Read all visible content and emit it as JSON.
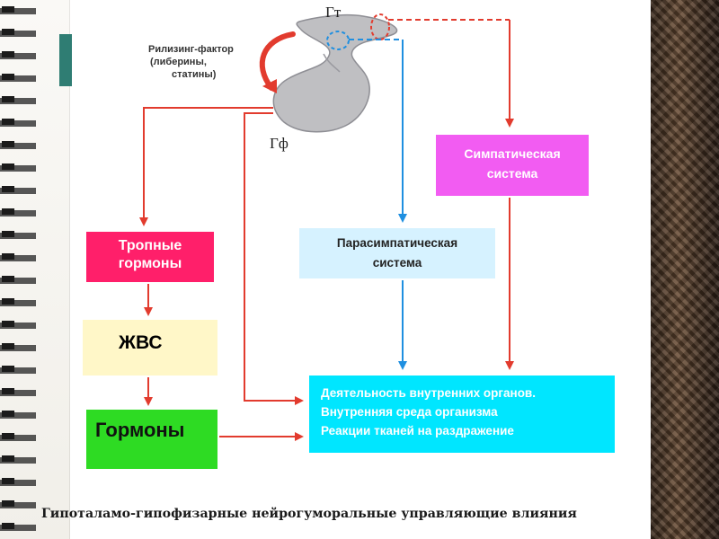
{
  "labels": {
    "hypothalamus": "Гт",
    "pituitary": "Гф",
    "releasing_factor": [
      "Рилизинг-фактор",
      "(либерины,",
      "статины)"
    ]
  },
  "boxes": {
    "tropic_hormones": [
      "Тропные",
      "гормоны"
    ],
    "endocrine_glands": "ЖВС",
    "hormones": "Гормоны",
    "parasympathetic": [
      "Парасимпатическая",
      "система"
    ],
    "sympathetic": [
      "Симпатическая",
      "система"
    ],
    "organs": [
      "Деятельность внутренних органов.",
      "Внутренняя среда организма",
      "Реакции тканей на раздражение"
    ]
  },
  "caption": "Гипоталамо-гипофизарные нейрогуморальные управляющие влияния",
  "colors": {
    "red_arrow": "#e23b2e",
    "blue_arrow": "#1f8fe0",
    "tropic": "#ff1f6a",
    "jvs": "#fff7c8",
    "hormones": "#2edb23",
    "parasympathetic": "#d6f2ff",
    "sympathetic": "#f25cf2",
    "organs": "#00e6ff"
  }
}
